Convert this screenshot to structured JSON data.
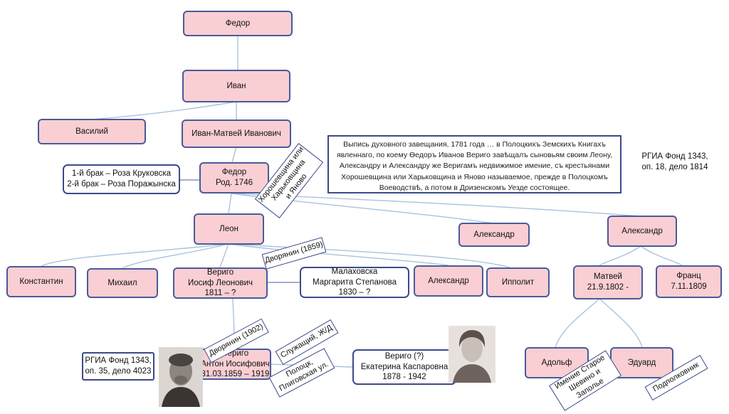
{
  "nodes": {
    "fedor_top": "Федор",
    "ivan": "Иван",
    "vasily": "Василий",
    "ivan_matvei": "Иван-Матвей Иванович",
    "fedor_1746": "Федор\nРод. 1746",
    "leon": "Леон",
    "alexandr_mid": "Александр",
    "alexandr_right": "Александр",
    "konstantin": "Константин",
    "mikhail": "Михаил",
    "verigo_iosif": "Вериго\nИосиф Леонович\n1811 – ?",
    "malakhovska": "Малаховска\nМаргарита Степанова\n1830 – ?",
    "alexandr_low": "Александр",
    "ippolit": "Ипполит",
    "matvei": "Матвей\n21.9.1802 -",
    "franz": "Франц\n7.11.1809",
    "verigo_anton": "Вериго\nАнтон Иосифович\n31.03.1859 –  1919",
    "verigo_ekaterina": "Вериго (?)\nЕкатерина Каспаровна\n1878 - 1942",
    "adolf": "Адольф",
    "eduard": "Эдуард"
  },
  "boxes": {
    "marriages": "1-й брак – Роза Круковска\n2-й брак – Роза Поражынска",
    "rgia_top": "РГИА Фонд 1343,\nоп. 18, дело 1814",
    "rgia_bottom": "РГИА Фонд 1343,\nоп. 35, дело 4023",
    "testament": "Выпись духовного завещания, 1781 года … в Полоцкихъ Земскихъ Книгахъ явленнаго, по коему Ѳедоръ Иванов Вериго завѣщалъ сыновьям своим Леону, Александру и Александру же Веригамъ недвижимое имение, съ крестьянами Хорошевщина или Харьковщина и Яново называемое, прежде в Полоцкомъ Воеводствѣ, а потом в Дризенскомъ Уезде состоящее."
  },
  "tags": {
    "estate_fedor": "Хорошевщина или\nХарьковщина\nи Яново",
    "noble_1859": "Дворянин (1859)",
    "noble_1902": "Дворянин (1902)",
    "serving": "Служащий, Ж/Д",
    "address": "Полоцк,\nПлиговская ул.",
    "estate_adolf": "Имение Старое\nШевино и\nЗаполье",
    "rank": "Подполковник"
  }
}
